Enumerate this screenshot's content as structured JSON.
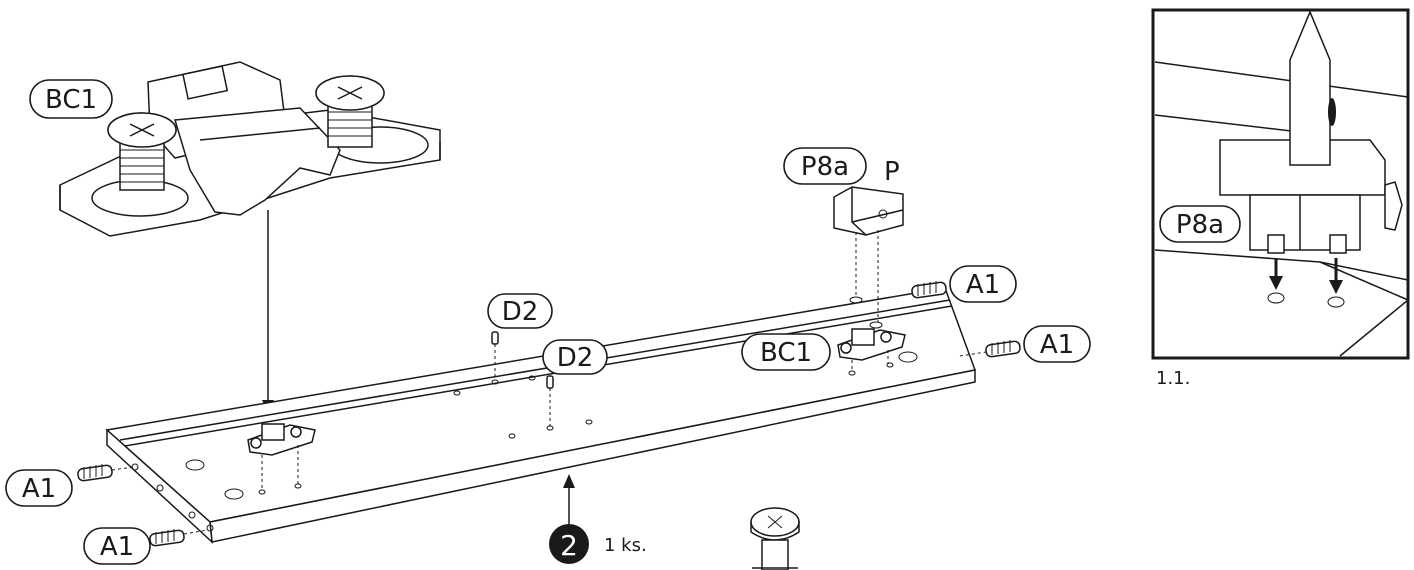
{
  "labels": {
    "bc1": "BC1",
    "p8a": "P8a",
    "p": "P",
    "a1": "A1",
    "d2": "D2",
    "step_number": "2",
    "quantity": "1 ks.",
    "detail_ref": "1.1."
  },
  "icons": {
    "hinge_plate": "hinge-mounting-plate-icon",
    "screw": "confirmat-screw-icon",
    "dowel": "wooden-dowel-icon",
    "hammer": "hammer-icon",
    "connector": "connector-block-icon"
  },
  "colors": {
    "line": "#1a1a1a",
    "background": "#ffffff",
    "badge": "#1a1a1a"
  }
}
